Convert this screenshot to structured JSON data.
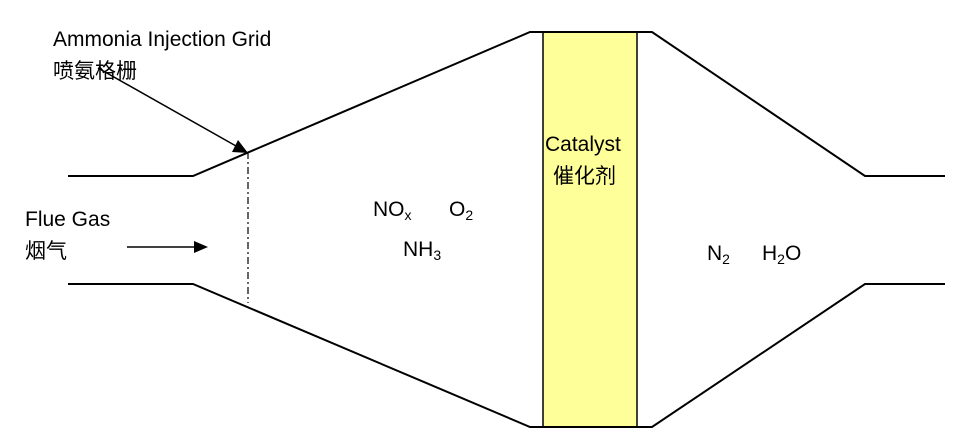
{
  "diagram": {
    "injection_label_en": "Ammonia Injection Grid",
    "injection_label_zh": "喷氨格栅",
    "inlet_label_en": "Flue Gas",
    "inlet_label_zh": "烟气",
    "catalyst_label_en": "Catalyst",
    "catalyst_label_zh": "催化剂",
    "reactants": {
      "nox": {
        "base": "NO",
        "sub": "x"
      },
      "o2": {
        "base": "O",
        "sub": "2"
      },
      "nh3": {
        "base": "NH",
        "sub": "3"
      }
    },
    "products": {
      "n2": {
        "base": "N",
        "sub": "2"
      },
      "h2o": {
        "base": "H",
        "sub": "2",
        "tail": "O"
      }
    },
    "colors": {
      "catalyst_fill": "#ffff99",
      "line": "#000000"
    }
  }
}
